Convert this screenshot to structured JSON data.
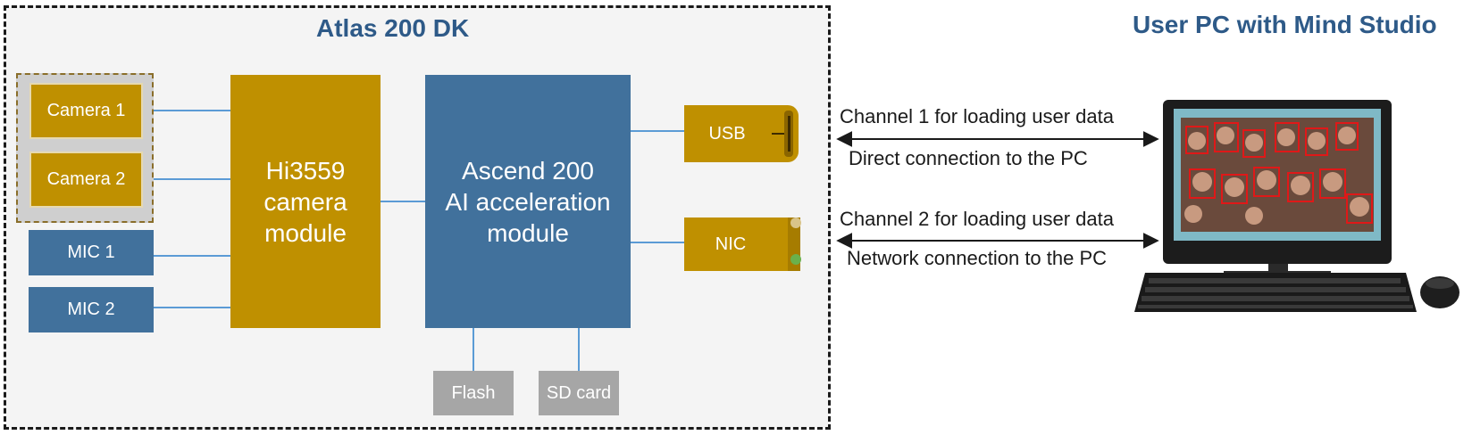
{
  "titles": {
    "board": "Atlas 200 DK",
    "pc": "User PC with Mind Studio"
  },
  "modules": {
    "camera_1": "Camera 1",
    "camera_2": "Camera 2",
    "mic_1": "MIC 1",
    "mic_2": "MIC 2",
    "hi3559": [
      "Hi3559",
      "camera",
      "module"
    ],
    "ascend": [
      "Ascend 200",
      "AI acceleration",
      "module"
    ],
    "usb": "USB",
    "nic": "NIC",
    "flash": "Flash",
    "sd_card": "SD card"
  },
  "channels": {
    "channel_1": "Channel 1 for loading user data",
    "channel_1_desc": "Direct connection to the PC",
    "channel_2": "Channel 2 for loading user data",
    "channel_2_desc": "Network connection to the PC"
  },
  "colors": {
    "board_fill": "#f4f4f4",
    "gold_module": "#bf9000",
    "blue_module": "#41719c",
    "gray_module": "#a6a6a6",
    "connector_line": "#5b9bd5",
    "title_text": "#2e5a88"
  },
  "icons": {
    "pc": "all-in-one-computer-icon",
    "keyboard": "keyboard-icon",
    "mouse": "mouse-icon"
  }
}
